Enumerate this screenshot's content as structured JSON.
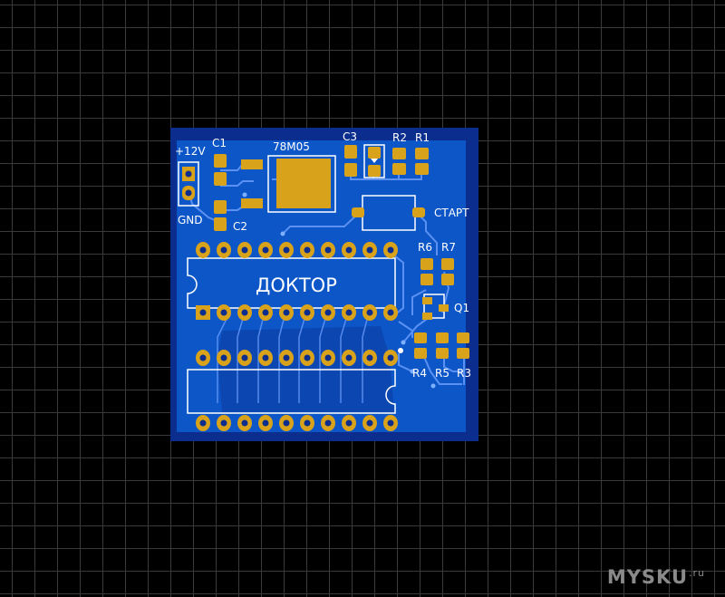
{
  "board": {
    "title_label": "ДОКТОР",
    "regulator_label": "78M05",
    "power_label": "+12V",
    "ground_label": "GND",
    "start_label": "СТАРТ",
    "refs": {
      "c1": "C1",
      "c2": "C2",
      "c3": "C3",
      "r1": "R1",
      "r2": "R2",
      "r3": "R3",
      "r4": "R4",
      "r5": "R5",
      "r6": "R6",
      "r7": "R7",
      "q1": "Q1"
    }
  },
  "watermark": {
    "brand": "MYSKU",
    "tld": ".ru"
  },
  "colors": {
    "board_dark": "#0a2d8e",
    "board_copper": "#0d56c7",
    "pad": "#d9a21b",
    "silkscreen": "#ffffff",
    "trace": "#6fa0ff"
  }
}
